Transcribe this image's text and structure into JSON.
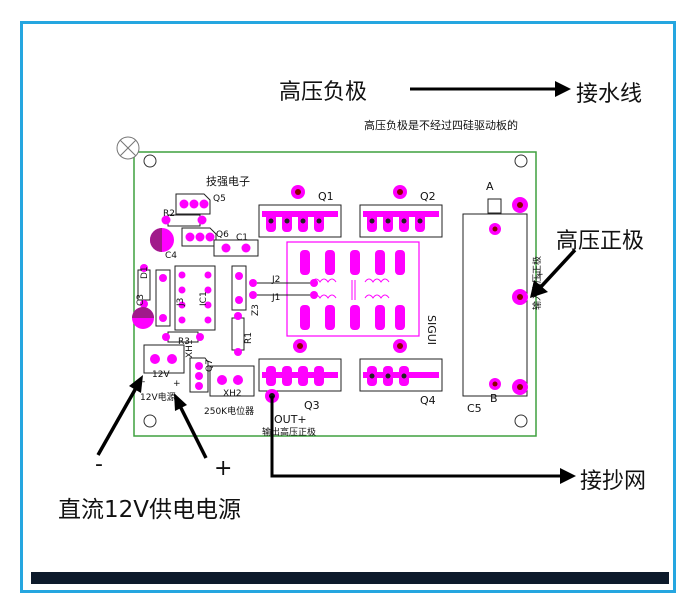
{
  "annotations": {
    "hv_negative": "高压负极",
    "water_line": "接水线",
    "note": "高压负极是不经过四硅驱动板的",
    "hv_positive": "高压正极",
    "mesh": "接抄网",
    "minus": "-",
    "plus": "+",
    "dc_supply": "直流12V供电电源"
  },
  "board": {
    "brand": "技强电子",
    "parts": {
      "q1": "Q1",
      "q2": "Q2",
      "q3": "Q3",
      "q4": "Q4",
      "q5": "Q5",
      "q6": "Q6",
      "q7": "Q7",
      "r1": "R1",
      "r2": "R2",
      "r3": "R3",
      "c1": "C1",
      "c3": "C3",
      "c4": "C4",
      "c5": "C5",
      "d1": "D1",
      "ic1": "IC1",
      "j1": "J1",
      "j2": "J2",
      "j3": "J3",
      "z3": "Z3",
      "xh1": "XH1",
      "xh2": "XH2",
      "sigui": "SIGUI",
      "a": "A",
      "b": "B"
    },
    "v12": "12V",
    "v12_supply": "12V电源",
    "pot": "250K电位器",
    "out_plus": "OUT+",
    "out_sub": "输出高压正极",
    "input_sub": "输入高压正极",
    "minus": "-",
    "plus": "+"
  },
  "colors": {
    "frame": "#25a6e0",
    "pad": "#ff00ff",
    "pcb_border": "#3fa03f",
    "pad_dark": "#8b0000",
    "arrow": "#000000",
    "taskbar": "#0d1a2b"
  }
}
